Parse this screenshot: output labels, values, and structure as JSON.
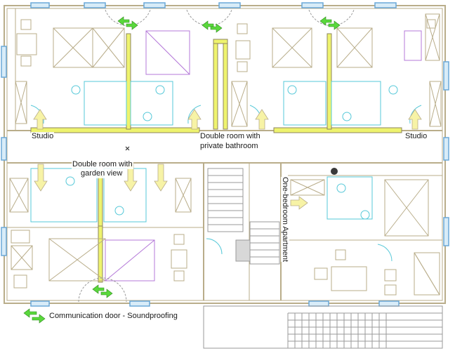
{
  "labels": {
    "studio_left": "Studio",
    "studio_right": "Studio",
    "double_private_line1": "Double room with",
    "double_private_line2": "private bathroom",
    "double_garden_line1": "Double room with",
    "double_garden_line2": "garden view",
    "one_bedroom": "One-bedroom Apartment"
  },
  "legend": {
    "communication_door": "Communication door - Soundproofing"
  },
  "colors": {
    "wall": "#b9ad8a",
    "wall_dark": "#8e8460",
    "soundproof_wall": "#e8f060",
    "arrow_yellow": "#f6f2a0",
    "door_arrow_green": "#57d63a",
    "window_blue": "#6aa8d8",
    "fixture_cyan": "#55c8d8",
    "furniture_purple": "#b478d8",
    "stair_line": "#9a9a9a"
  }
}
